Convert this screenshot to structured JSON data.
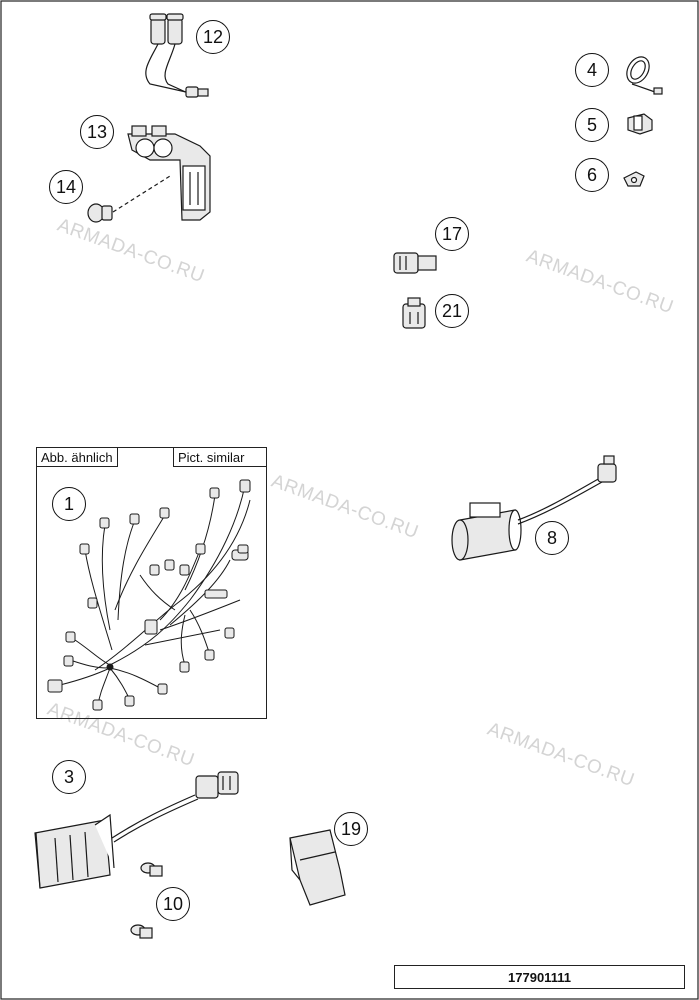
{
  "watermark": "ARMADA-CO.RU",
  "inset": {
    "left_tag": "Abb. ähnlich",
    "right_tag": "Pict. similar"
  },
  "reference_number": "177901111",
  "part_labels": [
    "12",
    "13",
    "14",
    "4",
    "5",
    "6",
    "17",
    "21",
    "1",
    "8",
    "3",
    "19",
    "10"
  ],
  "colors": {
    "line": "#1a1a1a",
    "part_fill": "#e9e9e9",
    "watermark": "#d4d4d4"
  }
}
